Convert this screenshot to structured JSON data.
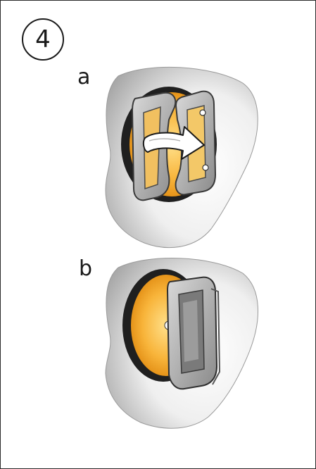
{
  "step": {
    "number": "4"
  },
  "panels": [
    {
      "label": "a"
    },
    {
      "label": "b"
    }
  ],
  "colors": {
    "shell_light": "#f2f2f2",
    "shell_shadow": "#a9a9a9",
    "ring_dark": "#1f1f1f",
    "core_orange": "#f5a623",
    "core_yellow": "#ffd977",
    "frame_gray": "#9b9b9b",
    "arrow_white": "#ffffff",
    "arrow_outline": "#1a1a1a"
  },
  "icons": [
    "step-number-circle",
    "rotate-arrow-icon",
    "filter-cover-icon"
  ]
}
